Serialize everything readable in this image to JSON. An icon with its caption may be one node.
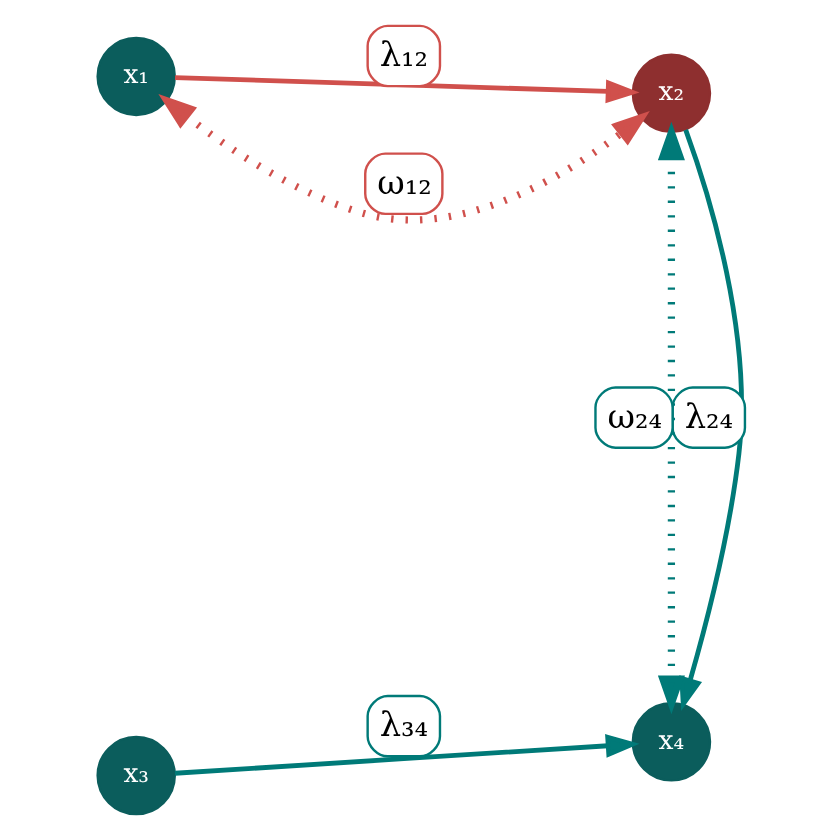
{
  "diagram": {
    "nodes": [
      {
        "text": [
          "x₁"
        ]
      },
      {
        "text": [
          "x₂"
        ]
      },
      {
        "text": [
          "x₃"
        ]
      },
      {
        "text": [
          "x₄"
        ]
      }
    ],
    "edges": [
      {
        "from": 0,
        "to": 1,
        "arrow": "to",
        "label": "λ₁₂",
        "color": "#d0504c"
      },
      {
        "from": 1,
        "to": 3,
        "arrow": "to",
        "label": "λ₂₄"
      },
      {
        "from": 2,
        "to": 3,
        "arrow": "to",
        "label": "λ₃₄"
      },
      {
        "from": 0,
        "to": 1,
        "arrow": "both",
        "label": "ω₁₂",
        "style": "dashed",
        "color": "#d0504c"
      },
      {
        "from": 1,
        "to": 3,
        "arrow": "both",
        "label": "ω₂₄",
        "style": "dashed"
      }
    ]
  }
}
